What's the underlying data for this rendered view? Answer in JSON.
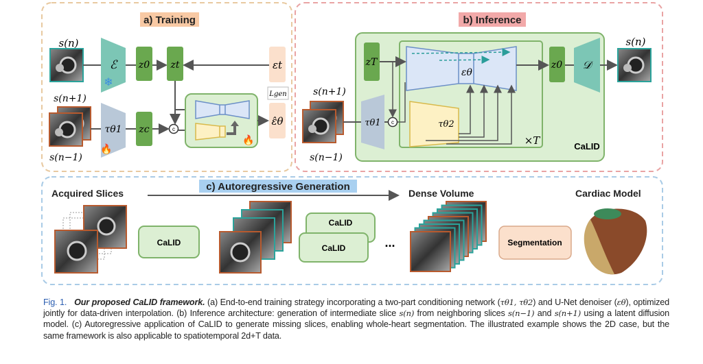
{
  "panels": {
    "training": {
      "title": "a) Training",
      "s_n": "s(n)",
      "s_n_plus": "s(n+1)",
      "s_n_minus": "s(n−1)",
      "encoder": "ℰ",
      "z0": "z0",
      "zt": "zt",
      "zc": "zc",
      "tau1": "τθ1",
      "eps_t": "εt",
      "eps_hat": "ε̂θ",
      "loss": "Lgen",
      "concat": "c"
    },
    "inference": {
      "title": "b) Inference",
      "s_n": "s(n)",
      "s_n_plus": "s(n+1)",
      "s_n_minus": "s(n−1)",
      "zT": "zT",
      "z0": "z0",
      "decoder": "𝒟",
      "tau1": "τθ1",
      "tau2": "τθ2",
      "eps": "εθ",
      "times_t": "×T",
      "model": "CaLID",
      "concat": "c"
    },
    "autoregressive": {
      "title": "c) Autoregressive Generation",
      "acquired": "Acquired Slices",
      "dense": "Dense Volume",
      "cardiac": "Cardiac Model",
      "calid1": "CaLID",
      "calid2": "CaLID",
      "calid3": "CaLID",
      "ellipsis": "...",
      "segmentation": "Segmentation"
    }
  },
  "colors": {
    "training_border": "#e8c9a0",
    "inference_border": "#e9a3a3",
    "auto_border": "#a9cbe6",
    "green": "#6aa84f",
    "teal": "#7cc6b5",
    "peach": "#fbe0cc",
    "unet_blue": "#dbe6f7",
    "yellow": "#fdf1c4"
  },
  "caption": {
    "fig": "Fig. 1.",
    "title": "Our proposed CaLID framework.",
    "t1": " (a) End-to-end training strategy incorporating a two-part conditioning network (",
    "m1": "τθ1, τθ2",
    "t2": ") and U-Net denoiser (",
    "m2": "εθ",
    "t3": "), optimized jointly for data-driven interpolation. (b) Inference architecture: generation of intermediate slice ",
    "m3": "s(n)",
    "t4": " from neighboring slices ",
    "m4": "s(n−1)",
    "t5": " and ",
    "m5": "s(n+1)",
    "t6": " using a latent diffusion model. (c) Autoregressive application of CaLID to generate missing slices, enabling whole-heart segmentation. The illustrated example shows the 2D case, but the same framework is also applicable to spatiotemporal 2d+T data."
  }
}
